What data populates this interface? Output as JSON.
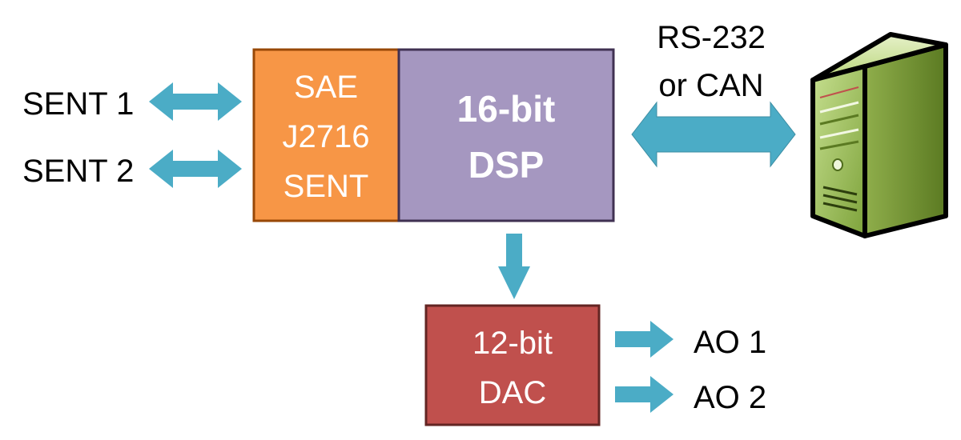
{
  "colors": {
    "arrow": "#4bacc6",
    "sent_box_fill": "#f79646",
    "sent_box_stroke": "#984807",
    "dsp_box_fill": "#a597c0",
    "dsp_box_stroke": "#403152",
    "dac_box_fill": "#c0504d",
    "dac_box_stroke": "#632523",
    "server_light": "#b9d57a",
    "server_dark": "#6f8e2e",
    "server_front": "#9bbb59"
  },
  "inputs": {
    "sent1": "SENT 1",
    "sent2": "SENT 2"
  },
  "sent_block": {
    "line1": "SAE",
    "line2": "J2716",
    "line3": "SENT"
  },
  "dsp_block": {
    "line1": "16-bit",
    "line2": "DSP"
  },
  "link": {
    "line1": "RS-232",
    "line2": "or CAN"
  },
  "dac_block": {
    "line1": "12-bit",
    "line2": "DAC"
  },
  "outputs": {
    "ao1": "AO 1",
    "ao2": "AO 2"
  },
  "icons": {
    "computer": "server-tower-icon"
  }
}
